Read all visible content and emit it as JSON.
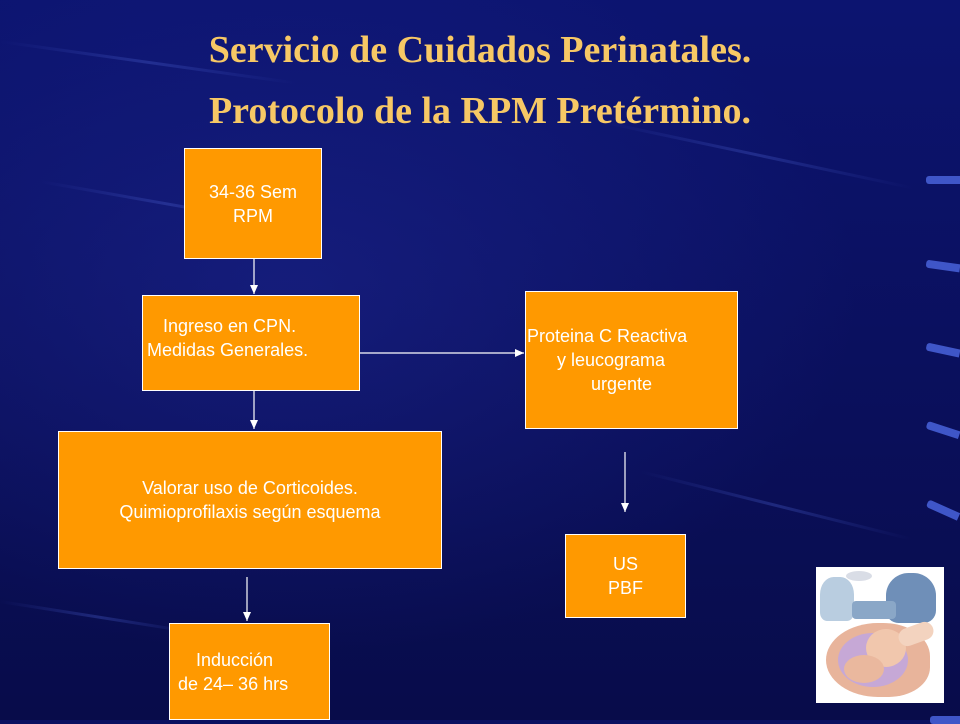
{
  "slide": {
    "title_line_1": "Servicio de Cuidados Perinatales.",
    "title_line_2": "Protocolo de la RPM Pretérmino."
  },
  "colors": {
    "background": "#0a1060",
    "title": "#f7c865",
    "box_fill": "#ff9900",
    "box_text": "#ffffff",
    "arrow": "#ffffff"
  },
  "flowchart": {
    "start": {
      "lines": [
        "34-36 Sem",
        "RPM"
      ]
    },
    "admission": {
      "lines": [
        "Ingreso en CPN.",
        "Medidas Generales."
      ]
    },
    "lab_tests": {
      "lines": [
        "Proteina C Reactiva",
        "y leucograma",
        "urgente"
      ]
    },
    "treatment": {
      "lines": [
        "Valorar uso de Corticoides.",
        "Quimioprofilaxis según esquema"
      ]
    },
    "ultrasound": {
      "lines": [
        "US",
        "PBF"
      ]
    },
    "induction": {
      "lines": [
        "Inducción",
        "de 24– 36 hrs"
      ]
    },
    "connections": [
      {
        "from": "start",
        "to": "admission"
      },
      {
        "from": "admission",
        "to": "lab_tests"
      },
      {
        "from": "admission",
        "to": "treatment"
      },
      {
        "from": "lab_tests",
        "to": "ultrasound"
      },
      {
        "from": "treatment",
        "to": "induction"
      }
    ]
  },
  "image": {
    "icon": "surgery-illustration"
  }
}
